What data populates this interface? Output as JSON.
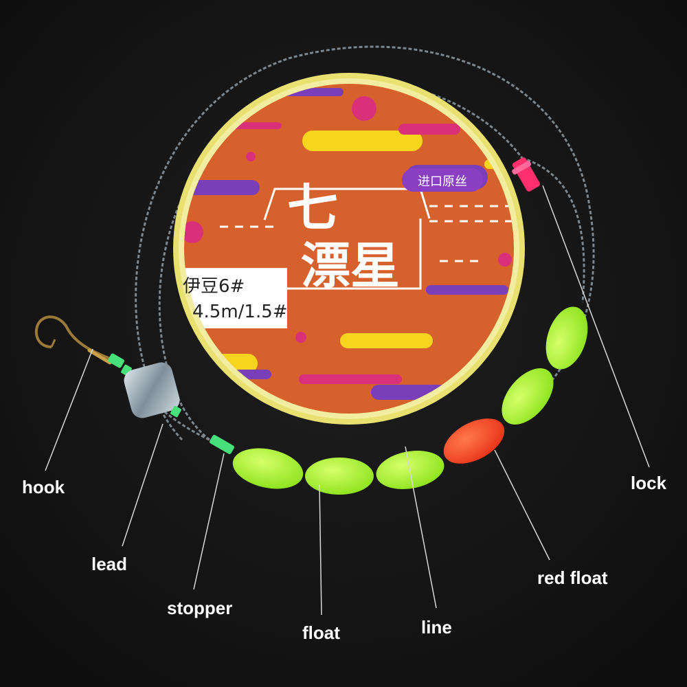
{
  "spool": {
    "tag": "进口原丝",
    "title_line1": "七",
    "title_line2": "漂星",
    "spec_line1": "伊豆6#",
    "spec_line2": "4.5m/1.5#"
  },
  "labels": {
    "hook": "hook",
    "lead": "lead",
    "stopper": "stopper",
    "float": "float",
    "line": "line",
    "red_float": "red float",
    "lock": "lock"
  },
  "colors": {
    "background": "#151515",
    "spool_face": "#d7612c",
    "spool_rim": "#e8e070",
    "float_green": "#a6f534",
    "float_red": "#ff4a2a",
    "lock_pink": "#ff2f6e",
    "stopper_green": "#48e07a"
  }
}
